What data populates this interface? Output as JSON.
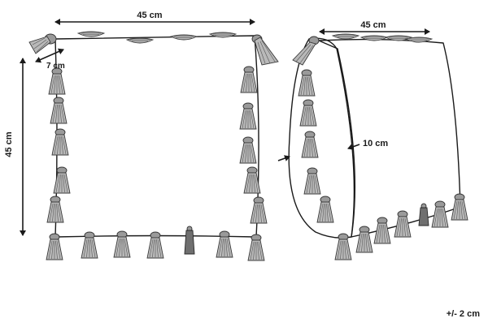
{
  "diagram": {
    "front_view": {
      "width_label": "45 cm",
      "height_label": "45 cm",
      "tassel_label": "7 cm"
    },
    "side_view": {
      "width_label": "45 cm",
      "depth_label": "10 cm"
    },
    "tolerance": "+/- 2 cm"
  }
}
